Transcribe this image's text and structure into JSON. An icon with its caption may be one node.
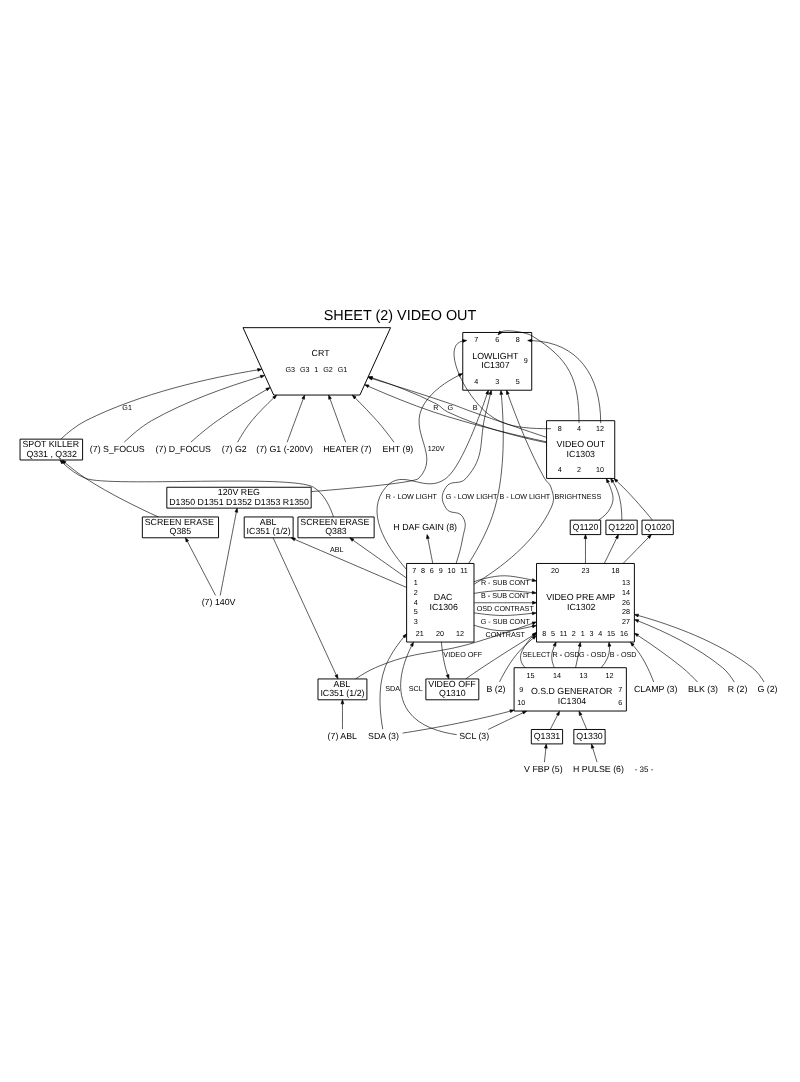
{
  "diagram": {
    "title": "SHEET (2) VIDEO OUT",
    "nodes": [
      {
        "text": [
          "CRT",
          "G3",
          "G3",
          "1",
          "G2",
          "G1"
        ]
      },
      {
        "text": [
          "HEATER (7)"
        ]
      },
      {
        "text": [
          "EHT (9)"
        ]
      },
      {
        "text": [
          "(7) S_FOCUS"
        ]
      },
      {
        "text": [
          "(7) D_FOCUS"
        ]
      },
      {
        "text": [
          "(7) G2"
        ]
      },
      {
        "text": [
          "(7) G1 (-200V)"
        ]
      },
      {
        "text": [
          "(7) ABL"
        ]
      },
      {
        "text": [
          "120V REG",
          "D1350 D1351 D1352 D1353 R1350"
        ]
      },
      {
        "text": [
          "(7) 140V"
        ]
      },
      {
        "text": [
          "SPOT KILLER",
          "Q331 , Q332"
        ]
      },
      {
        "text": [
          "SCREEN ERASE",
          "Q385"
        ]
      },
      {
        "text": [
          "LOWLIGHT",
          "IC1307",
          "7",
          "6",
          "8",
          "9",
          "4",
          "3",
          "5"
        ]
      },
      {
        "text": [
          "ABL",
          "IC351 (1/2)"
        ]
      },
      {
        "text": [
          "ABL",
          "IC351 (1/2)"
        ]
      },
      {
        "text": [
          "SCREEN ERASE",
          "Q383"
        ]
      },
      {
        "text": [
          "VIDEO OUT",
          "IC1303",
          "8",
          "4",
          "12",
          "4",
          "2",
          "10"
        ]
      },
      {
        "text": [
          "VIDEO OFF",
          "Q1310"
        ]
      },
      {
        "text": [
          "Q1020"
        ]
      },
      {
        "text": [
          "Q1120"
        ]
      },
      {
        "text": [
          "Q1220"
        ]
      },
      {
        "text": [
          "VIDEO PRE AMP",
          "IC1302",
          "20",
          "23",
          "18",
          "13",
          "14",
          "26",
          "28",
          "27",
          "8",
          "5",
          "11",
          "2",
          "1",
          "3",
          "4",
          "15",
          "16"
        ]
      },
      {
        "text": [
          "DAC",
          "IC1306",
          "7",
          "8",
          "6",
          "9",
          "10",
          "11",
          "1",
          "2",
          "4",
          "5",
          "3",
          "21",
          "20",
          "12"
        ]
      },
      {
        "text": [
          "R (2)"
        ]
      },
      {
        "text": [
          "G (2)"
        ]
      },
      {
        "text": [
          "B (2)"
        ]
      },
      {
        "text": [
          "H PULSE (6)"
        ]
      },
      {
        "text": [
          "V FBP (5)"
        ]
      },
      {
        "text": [
          "Q1330"
        ]
      },
      {
        "text": [
          "Q1331"
        ]
      },
      {
        "text": [
          "O.S.D GENERATOR",
          "IC1304",
          "15",
          "14",
          "13",
          "12",
          "9",
          "10",
          "7",
          "6"
        ]
      },
      {
        "text": [
          "CLAMP (3)"
        ]
      },
      {
        "text": [
          "BLK (3)"
        ]
      },
      {
        "text": [
          "SCL (3)"
        ]
      },
      {
        "text": [
          "SDA (3)"
        ]
      },
      {
        "text": [
          "H DAF GAIN (8)"
        ]
      }
    ],
    "edges": [
      {
        "from": 1,
        "to": 0,
        "arrow": "to"
      },
      {
        "from": 2,
        "to": 0,
        "arrow": "to"
      },
      {
        "from": 3,
        "to": 0,
        "arrow": "to"
      },
      {
        "from": 4,
        "to": 0,
        "arrow": "to"
      },
      {
        "from": 5,
        "to": 0,
        "arrow": "to"
      },
      {
        "from": 6,
        "to": 0,
        "arrow": "to"
      },
      {
        "from": 10,
        "to": 0,
        "arrow": "to",
        "label": "G1"
      },
      {
        "from": 7,
        "to": 13,
        "arrow": "to"
      },
      {
        "from": 9,
        "to": 8,
        "arrow": "to"
      },
      {
        "from": 9,
        "to": 11,
        "arrow": "to"
      },
      {
        "from": 11,
        "to": 10,
        "arrow": "to"
      },
      {
        "from": 15,
        "to": 10,
        "arrow": "to"
      },
      {
        "from": 8,
        "to": 12,
        "arrow": "to",
        "label": "120V"
      },
      {
        "from": 16,
        "to": 0,
        "arrow": "to",
        "label": "R"
      },
      {
        "from": 16,
        "to": 0,
        "arrow": "to",
        "label": "G"
      },
      {
        "from": 16,
        "to": 0,
        "arrow": "to",
        "label": "B"
      },
      {
        "from": 16,
        "to": 12,
        "arrow": "to"
      },
      {
        "from": 16,
        "to": 12,
        "arrow": "to"
      },
      {
        "from": 16,
        "to": 12,
        "arrow": "to"
      },
      {
        "from": 14,
        "to": 13,
        "arrow": "to"
      },
      {
        "from": 13,
        "to": 21,
        "arrow": "to"
      },
      {
        "from": 17,
        "to": 21,
        "arrow": "to"
      },
      {
        "from": 21,
        "to": 18,
        "arrow": "to"
      },
      {
        "from": 21,
        "to": 19,
        "arrow": "to"
      },
      {
        "from": 21,
        "to": 20,
        "arrow": "to"
      },
      {
        "from": 18,
        "to": 16,
        "arrow": "to"
      },
      {
        "from": 19,
        "to": 16,
        "arrow": "to"
      },
      {
        "from": 20,
        "to": 16,
        "arrow": "to"
      },
      {
        "from": 22,
        "to": 12,
        "arrow": "to",
        "label": "R - LOW LIGHT"
      },
      {
        "from": 22,
        "to": 12,
        "arrow": "to",
        "label": "G - LOW LIGHT"
      },
      {
        "from": 22,
        "to": 12,
        "arrow": "to",
        "label": "B - LOW LIGHT"
      },
      {
        "from": 22,
        "to": 12,
        "arrow": "to",
        "label": "BRIGHTNESS"
      },
      {
        "from": 22,
        "to": 14,
        "arrow": "to",
        "label": "ABL"
      },
      {
        "from": 22,
        "to": 17,
        "arrow": "to",
        "label": "VIDEO OFF"
      },
      {
        "from": 22,
        "to": 15,
        "arrow": "to"
      },
      {
        "from": 22,
        "to": 21,
        "arrow": "to",
        "label": "CONTRAST"
      },
      {
        "from": 22,
        "to": 21,
        "arrow": "to",
        "label": "OSD CONTRAST"
      },
      {
        "from": 22,
        "to": 21,
        "arrow": "to",
        "label": "B - SUB CONT"
      },
      {
        "from": 22,
        "to": 21,
        "arrow": "to",
        "label": "G - SUB CONT"
      },
      {
        "from": 22,
        "to": 21,
        "arrow": "to",
        "label": "R - SUB CONT"
      },
      {
        "from": 23,
        "to": 21,
        "arrow": "to"
      },
      {
        "from": 24,
        "to": 21,
        "arrow": "to"
      },
      {
        "from": 25,
        "to": 21,
        "arrow": "to"
      },
      {
        "from": 26,
        "to": 28,
        "arrow": "to"
      },
      {
        "from": 27,
        "to": 29,
        "arrow": "to"
      },
      {
        "from": 28,
        "to": 30,
        "arrow": "to"
      },
      {
        "from": 29,
        "to": 30,
        "arrow": "to"
      },
      {
        "from": 30,
        "to": 21,
        "arrow": "to",
        "label": "R - OSD"
      },
      {
        "from": 30,
        "to": 21,
        "arrow": "to",
        "label": "G - OSD"
      },
      {
        "from": 30,
        "to": 21,
        "arrow": "to",
        "label": "B - OSD"
      },
      {
        "from": 30,
        "to": 21,
        "arrow": "to",
        "label": "SELECT"
      },
      {
        "from": 31,
        "to": 21,
        "arrow": "to"
      },
      {
        "from": 32,
        "to": 21,
        "arrow": "to"
      },
      {
        "from": 33,
        "to": 22,
        "arrow": "to",
        "label": "SCL"
      },
      {
        "from": 33,
        "to": 30,
        "arrow": "to"
      },
      {
        "from": 34,
        "to": 22,
        "arrow": "to",
        "label": "SDA"
      },
      {
        "from": 34,
        "to": 30,
        "arrow": "to"
      },
      {
        "from": 22,
        "to": 35,
        "arrow": "to"
      }
    ],
    "labels": [
      "- 35 -"
    ]
  }
}
